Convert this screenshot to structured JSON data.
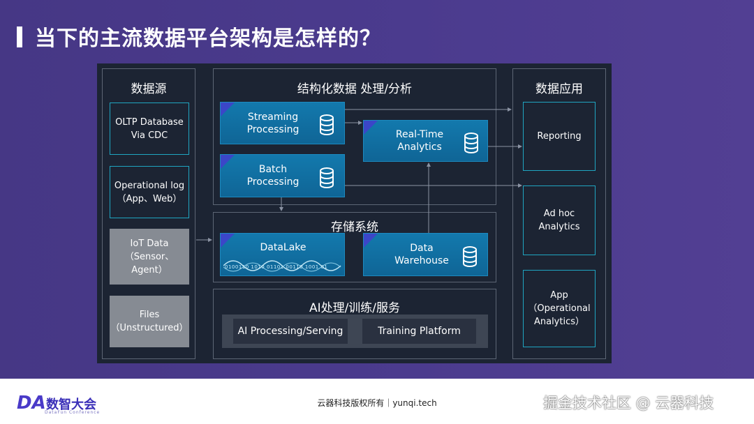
{
  "title": "当下的主流数据平台架构是怎样的？",
  "columns": {
    "sources": "数据源",
    "processing": "结构化数据 处理/分析",
    "storage": "存储系统",
    "ai": "AI处理/训练/服务",
    "apps": "数据应用"
  },
  "sources": [
    {
      "line1": "OLTP Database",
      "line2": "Via CDC",
      "line3": ""
    },
    {
      "line1": "Operational log",
      "line2": "（App、Web）",
      "line3": ""
    },
    {
      "line1": "IoT Data",
      "line2": "（Sensor、",
      "line3": "Agent）"
    },
    {
      "line1": "Files",
      "line2": "（Unstructured）",
      "line3": ""
    }
  ],
  "processing": {
    "streaming": {
      "line1": "Streaming",
      "line2": "Processing"
    },
    "batch": {
      "line1": "Batch",
      "line2": "Processing"
    },
    "realtime": {
      "line1": "Real-Time",
      "line2": "Analytics"
    }
  },
  "storage": {
    "datalake": "DataLake",
    "datalake_bits": "0100110 1010 01101 00110 1001 01",
    "warehouse": {
      "line1": "Data",
      "line2": "Warehouse"
    }
  },
  "ai": {
    "processing_serving": "AI Processing/Serving",
    "training": "Training Platform"
  },
  "apps": [
    {
      "line1": "Reporting",
      "line2": "",
      "line3": ""
    },
    {
      "line1": "Ad hoc",
      "line2": "Analytics",
      "line3": ""
    },
    {
      "line1": "App",
      "line2": "（Operational",
      "line3": "Analytics）"
    }
  ],
  "footer": {
    "logo_mark": "DA",
    "logo_name": "数智大会",
    "logo_sub": "DataFun Conference",
    "copyright": "云器科技版权所有｜yunqi.tech",
    "watermark": "掘金技术社区 @ 云器科技"
  },
  "colors": {
    "background": "#4a3a8c",
    "panel": "#1c2433",
    "box_blue": "#1379ad",
    "accent_cyan": "#1fa6c2",
    "source_gray": "#868b93"
  }
}
